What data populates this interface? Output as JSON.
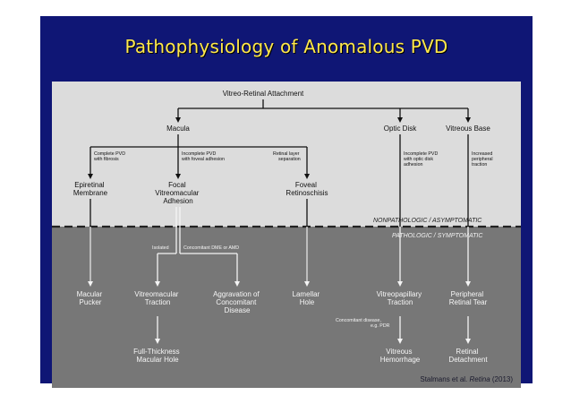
{
  "title": "Pathophysiology of Anomalous PVD",
  "diagram": {
    "root": "Vitreo-Retinal Attachment",
    "level1": {
      "macula": "Macula",
      "optic_disk": "Optic Disk",
      "vitreous_base": "Vitreous Base"
    },
    "edge_labels": {
      "complete_pvd": [
        "Complete PVD",
        "with fibrosis"
      ],
      "incomplete_pvd_foveal": [
        "Incomplete PVD",
        "with foveal adhesion"
      ],
      "retinal_layer": [
        "Retinal layer",
        "separation"
      ],
      "incomplete_pvd_disk": [
        "Incomplete PVD",
        "with optic disk",
        "adhesion"
      ],
      "increased_traction": [
        "Increased",
        "peripheral",
        "traction"
      ],
      "isolated": "Isolated",
      "concomitant_dme": "Concomitant DME or AMD",
      "concomitant_disease": [
        "Concomitant disease,",
        "e.g. PDR"
      ]
    },
    "level2": {
      "epiretinal_membrane": [
        "Epiretinal",
        "Membrane"
      ],
      "focal_adhesion": [
        "Focal",
        "Vitreomacular",
        "Adhesion"
      ],
      "foveal_retinoschisis": [
        "Foveal",
        "Retinoschisis"
      ]
    },
    "zones": {
      "nonpathologic": "NONPATHOLOGIC / ASYMPTOMATIC",
      "pathologic": "PATHOLOGIC / SYMPTOMATIC"
    },
    "outcomes": {
      "macular_pucker": [
        "Macular",
        "Pucker"
      ],
      "vitreomacular_traction": [
        "Vitreomacular",
        "Traction"
      ],
      "aggravation": [
        "Aggravation of",
        "Concomitant",
        "Disease"
      ],
      "lamellar_hole": [
        "Lamellar",
        "Hole"
      ],
      "vitreopapillary_traction": [
        "Vitreopapillary",
        "Traction"
      ],
      "peripheral_retinal_tear": [
        "Peripheral",
        "Retinal Tear"
      ],
      "full_thickness_hole": [
        "Full-Thickness",
        "Macular Hole"
      ],
      "vitreous_hemorrhage": [
        "Vitreous",
        "Hemorrhage"
      ],
      "retinal_detachment": [
        "Retinal",
        "Detachment"
      ]
    }
  },
  "citation": {
    "authors": "Stalmans et al.",
    "journal": "Retina",
    "year": "(2013)"
  },
  "colors": {
    "slide_bg": "#0f1675",
    "title": "#ffe84a",
    "top_panel": "#dcdcdc",
    "bottom_panel": "#777777"
  }
}
